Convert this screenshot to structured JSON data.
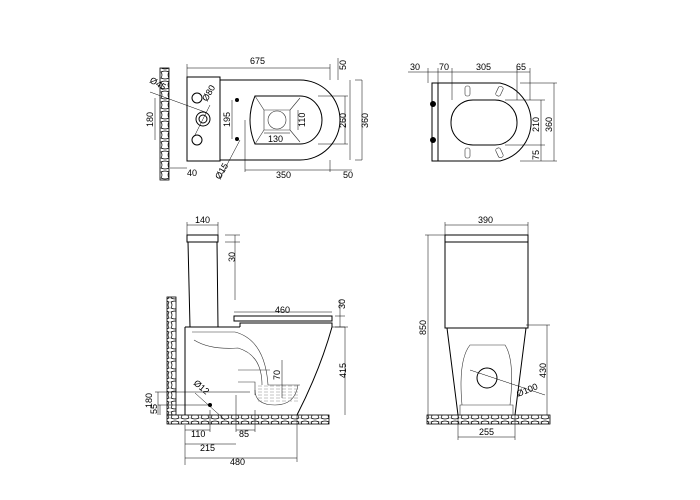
{
  "top_view": {
    "dims": {
      "overall_length": "675",
      "top_offset": "50",
      "overall_width": "360",
      "inner_width": "260",
      "opening_width": "110",
      "opening_length": "130",
      "bolt_spacing": "195",
      "inlet_spacing": "180",
      "inlet_diameter": "Ø45",
      "flush_diameter": "Ø80",
      "wall_gap": "40",
      "bolt_diameter": "Ø15",
      "bowl_length": "350",
      "front_offset": "50"
    }
  },
  "seat_view": {
    "dims": {
      "hinge_depth": "30",
      "hinge_offset": "70",
      "opening_length": "305",
      "front_rim": "65",
      "opening_width": "210",
      "overall_width": "360",
      "side_rim": "75"
    }
  },
  "side_view": {
    "dims": {
      "tank_depth": "140",
      "lid_height": "30",
      "seat_length": "460",
      "seat_thickness": "30",
      "bowl_height": "415",
      "water_depth": "70",
      "bolt_diameter": "Ø12",
      "outlet_height": "180",
      "bolt_height": "55",
      "bolt_offset": "110",
      "outlet_width": "85",
      "outlet_center": "215",
      "overall_depth": "480"
    }
  },
  "front_view": {
    "dims": {
      "overall_width": "390",
      "overall_height": "850",
      "bowl_height": "430",
      "outlet_diameter": "Ø100",
      "base_width": "255"
    }
  }
}
